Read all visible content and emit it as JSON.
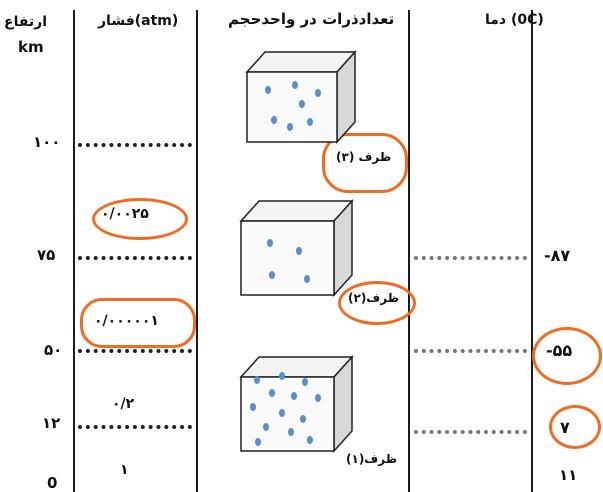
{
  "headers": {
    "altitude": "ارتفاع",
    "altitude_unit": "km",
    "pressure": "فشار(atm)",
    "particles": "تعدادذرات در واحدحجم",
    "temperature": "دما (0C)"
  },
  "altitude_ticks": [
    "۱۰۰",
    "۷۵",
    "۵۰",
    "۱۲",
    "0"
  ],
  "pressure_values": [
    "۰/۰۰۲۵",
    "۰/۰۰۰۰۰۱",
    "۰/۲",
    "۱"
  ],
  "temperature_values": [
    "-۸۷",
    "-۵۵",
    "۷",
    "۱۱"
  ],
  "containers": [
    "ظرف (۳)",
    "ظرف(۲)",
    "ظرف(۱)"
  ],
  "colors": {
    "annotation": "#f26b22",
    "particle": "#5b8fc9",
    "line": "#1b1b1b"
  }
}
